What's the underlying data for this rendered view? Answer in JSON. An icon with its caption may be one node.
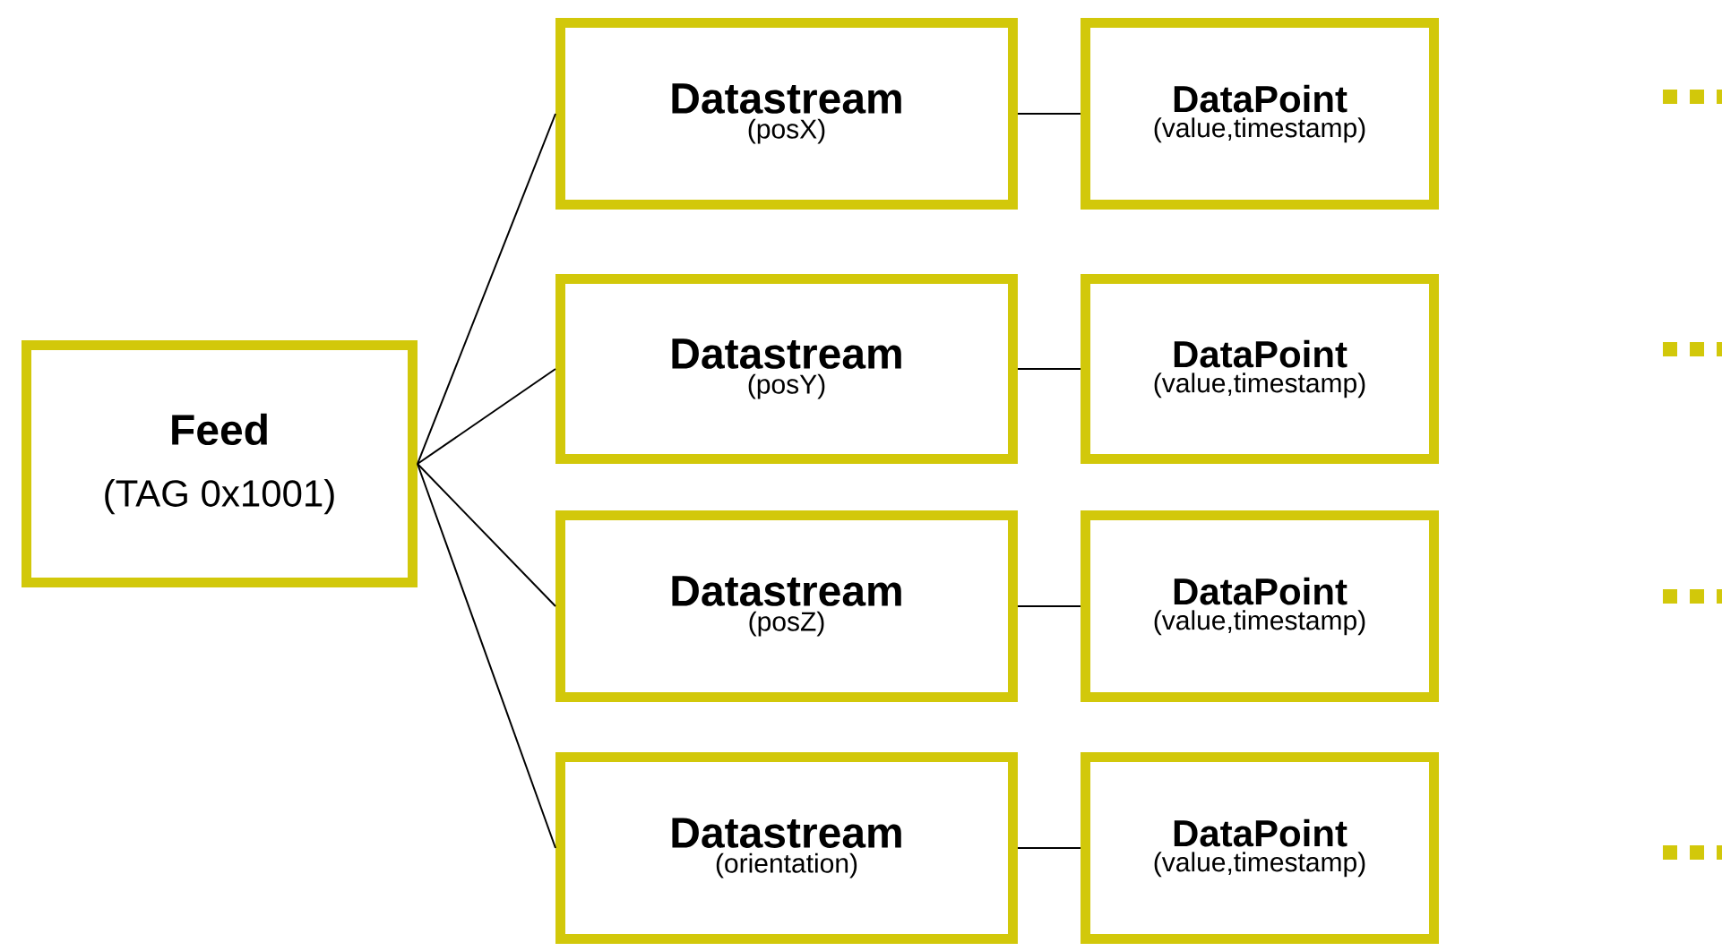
{
  "diagram": {
    "nodes": [
      {
        "text": [
          "Feed",
          "(TAG 0x1001)"
        ]
      },
      {
        "text": [
          "Datastream",
          "(posX)"
        ]
      },
      {
        "text": [
          "Datastream",
          "(posY)"
        ]
      },
      {
        "text": [
          "Datastream",
          "(posZ)"
        ]
      },
      {
        "text": [
          "Datastream",
          "(orientation)"
        ]
      },
      {
        "text": [
          "DataPoint",
          "(value,timestamp)"
        ]
      },
      {
        "text": [
          "DataPoint",
          "(value,timestamp)"
        ]
      },
      {
        "text": [
          "DataPoint",
          "(value,timestamp)"
        ]
      },
      {
        "text": [
          "DataPoint",
          "(value,timestamp)"
        ]
      }
    ],
    "edges": [
      {
        "from": 0,
        "to": 1,
        "arrow": "none"
      },
      {
        "from": 0,
        "to": 2,
        "arrow": "none"
      },
      {
        "from": 0,
        "to": 3,
        "arrow": "none"
      },
      {
        "from": 0,
        "to": 4,
        "arrow": "none"
      },
      {
        "from": 1,
        "to": 5,
        "arrow": "none"
      },
      {
        "from": 2,
        "to": 6,
        "arrow": "none"
      },
      {
        "from": 3,
        "to": 7,
        "arrow": "none"
      },
      {
        "from": 4,
        "to": 8,
        "arrow": "none"
      }
    ]
  }
}
